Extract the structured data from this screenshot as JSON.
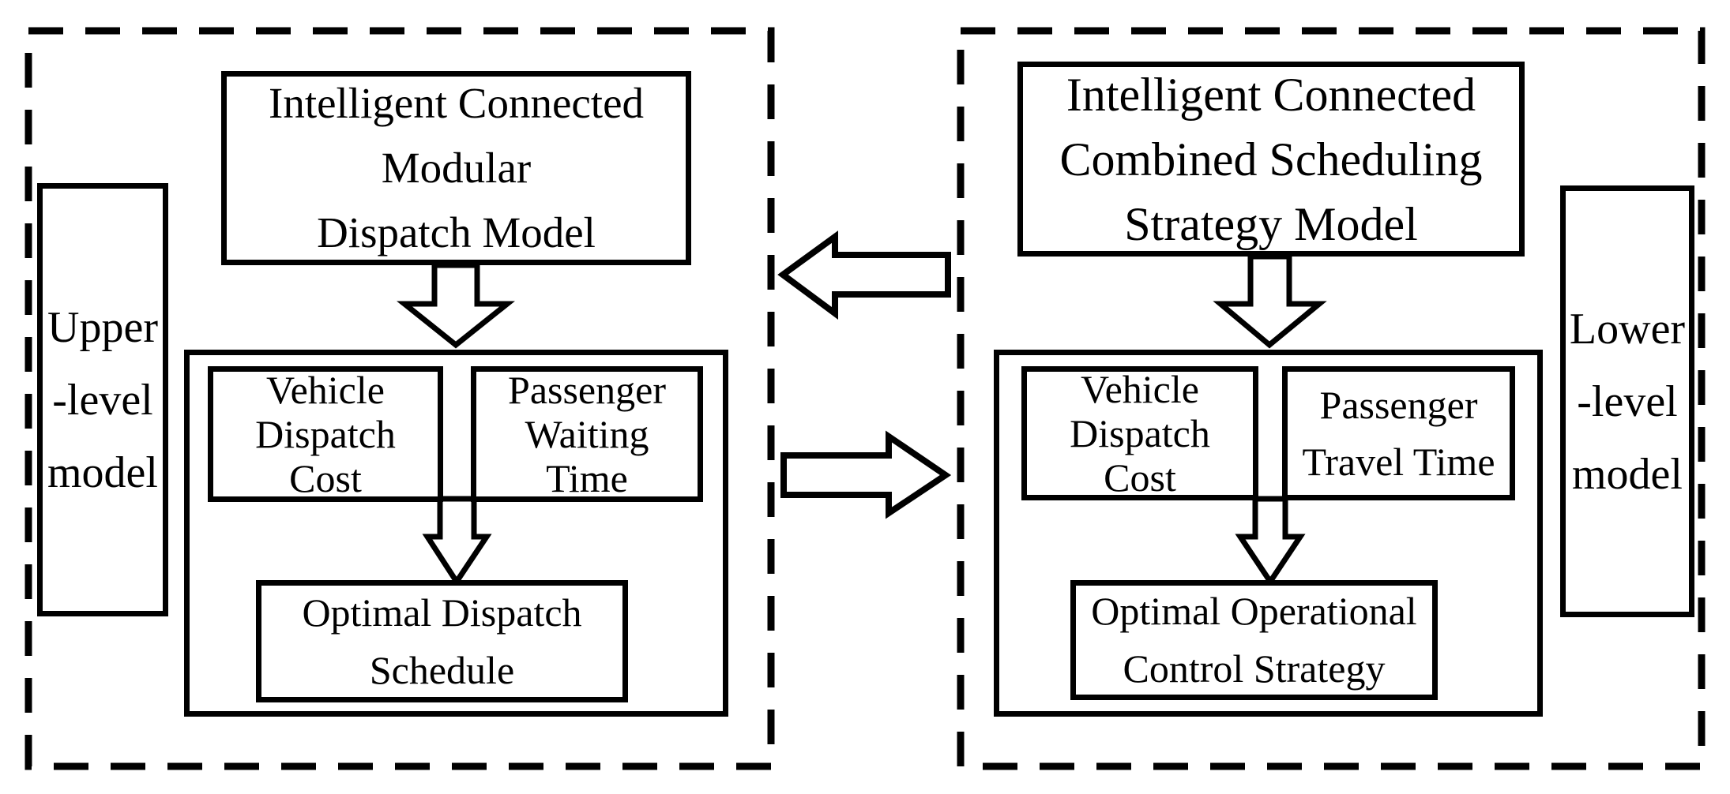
{
  "colors": {
    "ink": "#000000",
    "paper": "#ffffff"
  },
  "left_panel": {
    "label": {
      "line1": "Upper",
      "line2": "-level",
      "line3": "model"
    },
    "model_box": {
      "line1": "Intelligent Connected",
      "line2": "Modular",
      "line3": "Dispatch Model"
    },
    "cost_box": {
      "line1": "Vehicle",
      "line2": "Dispatch",
      "line3": "Cost"
    },
    "time_box": {
      "line1": "Passenger",
      "line2": "Waiting",
      "line3": "Time"
    },
    "result_box": {
      "line1": "Optimal Dispatch",
      "line2": "Schedule"
    }
  },
  "right_panel": {
    "label": {
      "line1": "Lower",
      "line2": "-level",
      "line3": "model"
    },
    "model_box": {
      "line1": "Intelligent Connected",
      "line2": "Combined Scheduling",
      "line3": "Strategy Model"
    },
    "cost_box": {
      "line1": "Vehicle",
      "line2": "Dispatch",
      "line3": "Cost"
    },
    "time_box": {
      "line1": "Passenger",
      "line2": "Travel Time"
    },
    "result_box": {
      "line1": "Optimal Operational",
      "line2": "Control Strategy"
    }
  }
}
